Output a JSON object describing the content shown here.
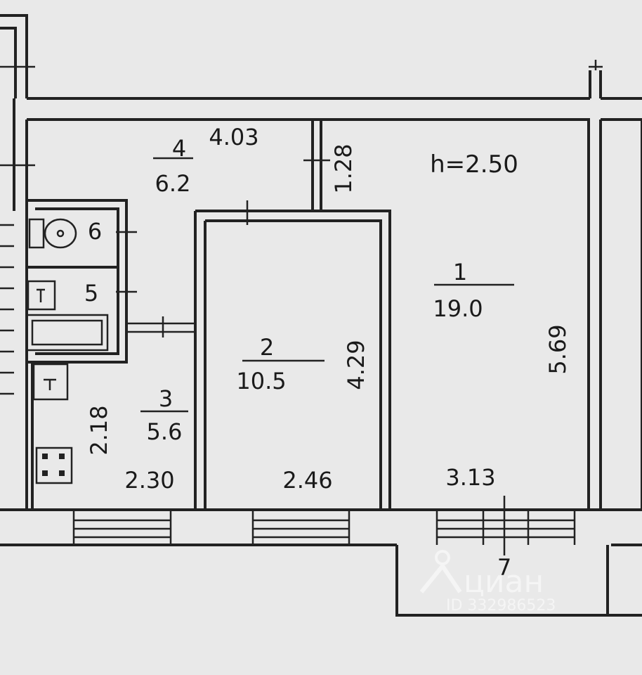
{
  "rooms": [
    {
      "id": "4",
      "number": "4",
      "area": "6.2"
    },
    {
      "id": "6",
      "number": "6"
    },
    {
      "id": "5",
      "number": "5"
    },
    {
      "id": "3",
      "number": "3",
      "area": "5.6"
    },
    {
      "id": "2",
      "number": "2",
      "area": "10.5"
    },
    {
      "id": "1",
      "number": "1",
      "area": "19.0"
    },
    {
      "id": "7",
      "number": "7"
    }
  ],
  "dimensions": {
    "d403": "4.03",
    "d128": "1.28",
    "ceiling": "h=2.50",
    "d569": "5.69",
    "d429": "4.29",
    "d218": "2.18",
    "d230": "2.30",
    "d246": "2.46",
    "d313": "3.13"
  },
  "watermark": {
    "brand": "циан",
    "id": "ID 332986523"
  },
  "colors": {
    "background": "#e9e9e9",
    "lines": "#222222"
  }
}
